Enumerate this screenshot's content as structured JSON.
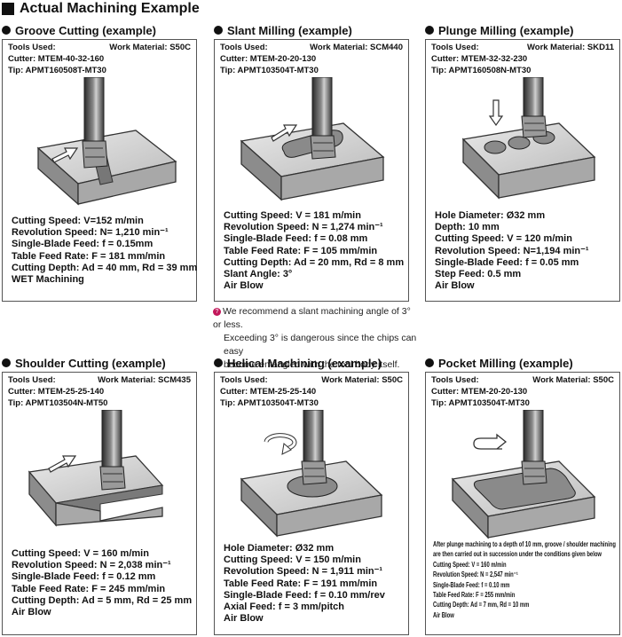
{
  "header": {
    "title": "Actual Machining Example"
  },
  "note": {
    "icon": "tip-icon",
    "lines": [
      "We recommend a slant machining angle of 3° or less.",
      "Exceeding 3° is dangerous since the chips can easy",
      "become entangled with the tool body itself."
    ]
  },
  "cards": [
    {
      "title": "Groove Cutting (example)",
      "tools": "Tools Used:",
      "material": "Work Material: S50C",
      "cutter": "Cutter: MTEM-40-32-160",
      "tip": "Tip: APMT160508T-MT30",
      "specs": [
        "Cutting Speed: V=152 m/min",
        "Revolution Speed: N= 1,210 min⁻¹",
        "Single-Blade Feed: f = 0.15mm",
        "Table Feed Rate: F = 181 mm/min",
        "Cutting Depth: Ad = 40 mm, Rd = 39 mm",
        "WET Machining"
      ]
    },
    {
      "title": "Slant Milling (example)",
      "tools": "Tools Used:",
      "material": "Work Material: SCM440",
      "cutter": "Cutter: MTEM-20-20-130",
      "tip": "Tip: APMT103504T-MT30",
      "specs": [
        "Cutting Speed: V = 181 m/min",
        "Revolution Speed: N = 1,274 min⁻¹",
        "Single-Blade Feed: f = 0.08 mm",
        "Table Feed Rate: F = 105 mm/min",
        "Cutting Depth: Ad = 20 mm, Rd = 8 mm",
        "Slant Angle: 3°",
        "Air Blow"
      ]
    },
    {
      "title": "Plunge Milling (example)",
      "tools": "Tools Used:",
      "material": "Work Material: SKD11",
      "cutter": "Cutter: MTEM-32-32-230",
      "tip": "Tip: APMT160508N-MT30",
      "specs": [
        "Hole Diameter: Ø32 mm",
        "Depth: 10 mm",
        "Cutting Speed: V = 120 m/min",
        "Revolution Speed: N=1,194 min⁻¹",
        "Single-Blade Feed: f = 0.05 mm",
        "Step Feed: 0.5 mm",
        "Air Blow"
      ]
    },
    {
      "title": "Shoulder Cutting (example)",
      "tools": "Tools Used:",
      "material": "Work Material: SCM435",
      "cutter": "Cutter: MTEM-25-25-140",
      "tip": "Tip: APMT103504N-MT50",
      "specs": [
        "Cutting Speed: V = 160 m/min",
        "Revolution Speed: N = 2,038 min⁻¹",
        "Single-Blade Feed: f = 0.12 mm",
        "Table Feed Rate: F = 245 mm/min",
        "Cutting Depth: Ad = 5 mm, Rd = 25 mm",
        "Air Blow"
      ]
    },
    {
      "title": "Helical Machining (example)",
      "tools": "Tools Used:",
      "material": "Work Material: S50C",
      "cutter": "Cutter: MTEM-25-25-140",
      "tip": "Tip: APMT103504T-MT30",
      "specs": [
        "Hole Diameter: Ø32 mm",
        "Cutting Speed: V = 150 m/min",
        "Revolution Speed: N = 1,911 min⁻¹",
        "Table Feed Rate: F = 191 mm/min",
        "Single-Blade Feed: f = 0.10 mm/rev",
        "Axial Feed: f = 3 mm/pitch",
        "Air Blow"
      ]
    },
    {
      "title": "Pocket Milling (example)",
      "tools": "Tools Used:",
      "material": "Work Material: S50C",
      "cutter": "Cutter: MTEM-20-20-130",
      "tip": "Tip: APMT103504T-MT30",
      "specs": [
        "After plunge machining to a depth of 10 mm, groove / shoulder machining",
        "are then carried out in succession under the conditions given below",
        "Cutting Speed: V = 160 m/min",
        "Revolution Speed: N = 2,547 min⁻¹",
        "Single-Blade Feed: f = 0.10 mm",
        "Table Feed Rate: F = 255 mm/min",
        "Cutting Depth: Ad = 7 mm, Rd = 10 mm",
        "Air Blow"
      ]
    }
  ]
}
